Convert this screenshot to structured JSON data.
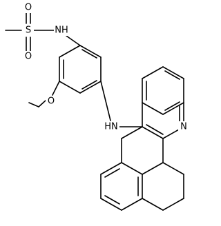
{
  "molecule": {
    "labels": {
      "s": "S",
      "o_top": "O",
      "o_bottom": "O",
      "nh_sulfonamide": "NH",
      "o_methoxy": "O",
      "nh_linker": "HN",
      "n_ring": "N"
    }
  }
}
